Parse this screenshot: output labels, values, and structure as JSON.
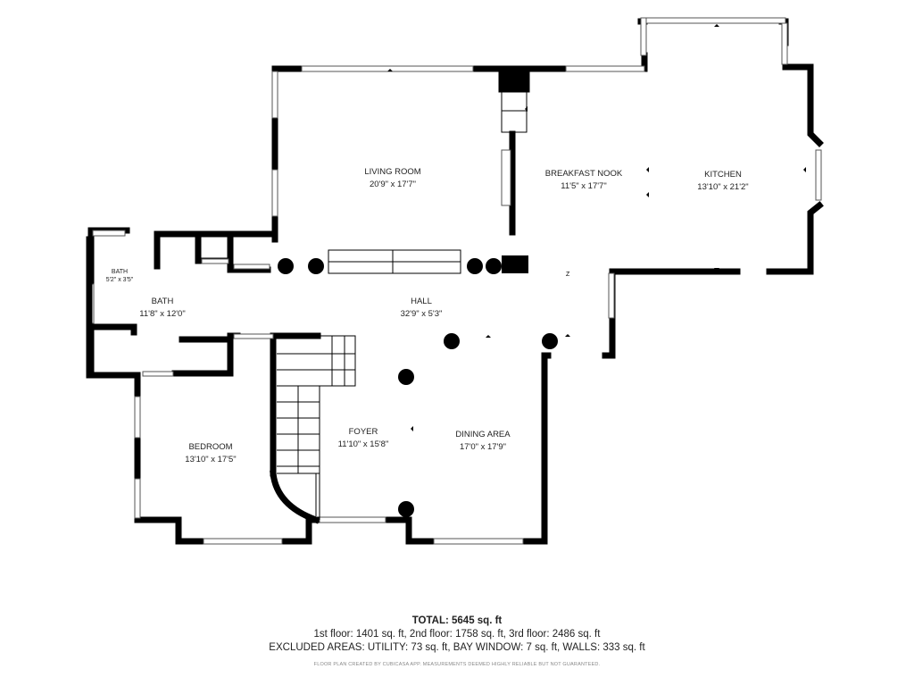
{
  "rooms": {
    "living": {
      "name": "LIVING ROOM",
      "dims": "20'9\" x 17'7\""
    },
    "nook": {
      "name": "BREAKFAST NOOK",
      "dims": "11'5\" x 17'7\""
    },
    "kitchen": {
      "name": "KITCHEN",
      "dims": "13'10\" x 21'2\""
    },
    "bath_small": {
      "name": "BATH",
      "dims": "5'2\" x 3'5\""
    },
    "bath": {
      "name": "BATH",
      "dims": "11'8\" x 12'0\""
    },
    "hall": {
      "name": "HALL",
      "dims": "32'9\" x 5'3\""
    },
    "foyer": {
      "name": "FOYER",
      "dims": "11'10\" x 15'8\""
    },
    "dining": {
      "name": "DINING AREA",
      "dims": "17'0\" x 17'9\""
    },
    "bedroom": {
      "name": "BEDROOM",
      "dims": "13'10\" x 17'5\""
    }
  },
  "compass_mark": "Z",
  "summary": {
    "total": "TOTAL: 5645 sq. ft",
    "floors": "1st floor: 1401 sq. ft, 2nd floor: 1758 sq. ft, 3rd floor: 2486 sq. ft",
    "excluded": "EXCLUDED AREAS: UTILITY: 73 sq. ft, BAY WINDOW: 7 sq. ft, WALLS: 333 sq. ft",
    "disclaimer": "FLOOR PLAN CREATED BY CUBICASA APP. MEASUREMENTS DEEMED HIGHLY RELIABLE BUT NOT GUARANTEED."
  }
}
